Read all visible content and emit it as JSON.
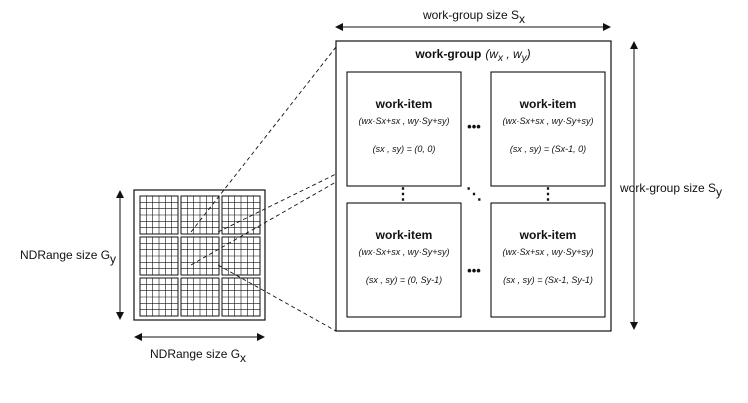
{
  "ndrange": {
    "size_x_label": "NDRange size G",
    "size_x_sub": "x",
    "size_y_label": "NDRange size G",
    "size_y_sub": "y"
  },
  "workgroup": {
    "title_bold": "work-group",
    "title_coords": "(w",
    "title_x": "x",
    "title_sep": " , w",
    "title_y": "y",
    "title_close": ")",
    "size_x_label": "work-group size S",
    "size_x_sub": "x",
    "size_y_label": "work-group size S",
    "size_y_sub": "y"
  },
  "items": [
    {
      "title": "work-item",
      "formula": "(wx·Sx+sx , wy·Sy+sy)",
      "coords": "(sx , sy) = (0, 0)"
    },
    {
      "title": "work-item",
      "formula": "(wx·Sx+sx , wy·Sy+sy)",
      "coords": "(sx , sy) = (Sx-1, 0)"
    },
    {
      "title": "work-item",
      "formula": "(wx·Sx+sx , wy·Sy+sy)",
      "coords": "(sx , sy) = (0, Sy-1)"
    },
    {
      "title": "work-item",
      "formula": "(wx·Sx+sx , wy·Sy+sy)",
      "coords": "(sx , sy) = (Sx-1, Sy-1)"
    }
  ],
  "ellipsis": {
    "horizontal": "•••",
    "vertical": "⋮",
    "diagonal": "⋱"
  }
}
